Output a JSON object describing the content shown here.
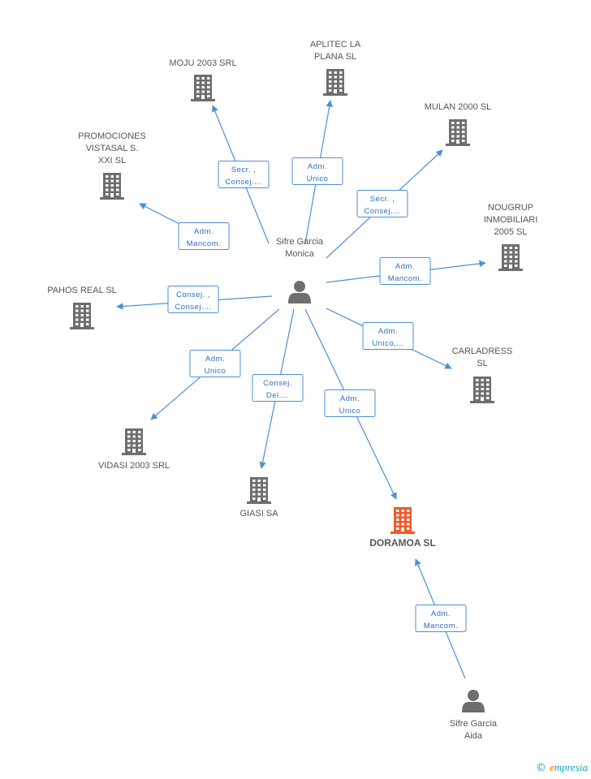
{
  "colors": {
    "edge": "#4a8fd9",
    "label_text": "#2b6cc4",
    "node_gray": "#6e6e6e",
    "node_focus": "#f05a28",
    "person": "#6e6e6e"
  },
  "nodes": [
    {
      "id": "sifre_monica",
      "type": "person",
      "lines": [
        "Sifre Garcia",
        "Monica"
      ]
    },
    {
      "id": "sifre_aida",
      "type": "person",
      "lines": [
        "Sifre Garcia",
        "Aida"
      ]
    },
    {
      "id": "moju",
      "type": "company",
      "lines": [
        "MOJU 2003 SRL"
      ]
    },
    {
      "id": "aplitec",
      "type": "company",
      "lines": [
        "APLITEC LA",
        "PLANA SL"
      ]
    },
    {
      "id": "mulan",
      "type": "company",
      "lines": [
        "MULAN 2000 SL"
      ]
    },
    {
      "id": "promociones",
      "type": "company",
      "lines": [
        "PROMOCIONES",
        "VISTASAL S.",
        "XXI SL"
      ]
    },
    {
      "id": "nougrup",
      "type": "company",
      "lines": [
        "NOUGRUP",
        "INMOBILIARI",
        "2005 SL"
      ]
    },
    {
      "id": "pahos",
      "type": "company",
      "lines": [
        "PAHOS REAL SL"
      ]
    },
    {
      "id": "carladress",
      "type": "company",
      "lines": [
        "CARLADRESS",
        "SL"
      ]
    },
    {
      "id": "vidasi",
      "type": "company",
      "lines": [
        "VIDASI 2003 SRL"
      ]
    },
    {
      "id": "giasi",
      "type": "company",
      "lines": [
        "GIASI SA"
      ]
    },
    {
      "id": "doramoa",
      "type": "company",
      "focus": true,
      "lines": [
        "DORAMOA SL"
      ]
    }
  ],
  "edges": [
    {
      "from": "sifre_monica",
      "to": "moju",
      "label": [
        "Secr. ,",
        "Consej...."
      ]
    },
    {
      "from": "sifre_monica",
      "to": "aplitec",
      "label": [
        "Adm.",
        "Unico"
      ]
    },
    {
      "from": "sifre_monica",
      "to": "mulan",
      "label": [
        "Secr. ,",
        "Consej...."
      ]
    },
    {
      "from": "sifre_monica",
      "to": "promociones",
      "label": [
        "Adm.",
        "Mancom."
      ]
    },
    {
      "from": "sifre_monica",
      "to": "nougrup",
      "label": [
        "Adm.",
        "Mancom."
      ]
    },
    {
      "from": "sifre_monica",
      "to": "pahos",
      "label": [
        "Consej. ,",
        "Consej...."
      ]
    },
    {
      "from": "sifre_monica",
      "to": "carladress",
      "label": [
        "Adm.",
        "Unico,..."
      ]
    },
    {
      "from": "sifre_monica",
      "to": "vidasi",
      "label": [
        "Adm.",
        "Unico"
      ]
    },
    {
      "from": "sifre_monica",
      "to": "giasi",
      "label": [
        "Consej.",
        "Del...."
      ]
    },
    {
      "from": "sifre_monica",
      "to": "doramoa",
      "label": [
        "Adm.",
        "Unico"
      ]
    },
    {
      "from": "sifre_aida",
      "to": "doramoa",
      "label": [
        "Adm.",
        "Mancom."
      ]
    }
  ],
  "footer": {
    "copyright": "©",
    "brand_initial": "e",
    "brand_rest": "mpresia"
  }
}
